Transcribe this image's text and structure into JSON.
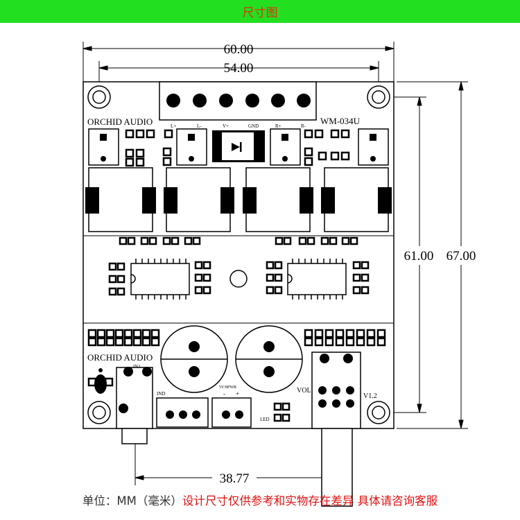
{
  "header": {
    "title": "尺寸图"
  },
  "dimensions": {
    "overall_width": "60.00",
    "hole_spacing_width": "54.00",
    "hole_spacing_height": "61.00",
    "overall_height": "67.00",
    "connector_offset": "38.77"
  },
  "board": {
    "brand_top": "ORCHID AUDIO",
    "model": "WM-034U",
    "brand_bottom": "ORCHID AUDIO",
    "pin_labels": [
      "L+",
      "L-",
      "V+",
      "GND",
      "R+",
      "R-"
    ],
    "label_in1": "IN1",
    "label_ind": "IND",
    "label_power": "5V/8PWR",
    "power_polarity": [
      "-",
      "+"
    ],
    "label_led": "LED",
    "label_vol": "VOL",
    "label_v12": "V1.2"
  },
  "footer": {
    "unit_text": "单位：MM（毫米）",
    "note_text": "设计尺寸仅供参考和实物存在差异 具体请咨询客服"
  },
  "colors": {
    "header_bg": "#22e020",
    "title": "#e03010",
    "note": "#e01010"
  }
}
